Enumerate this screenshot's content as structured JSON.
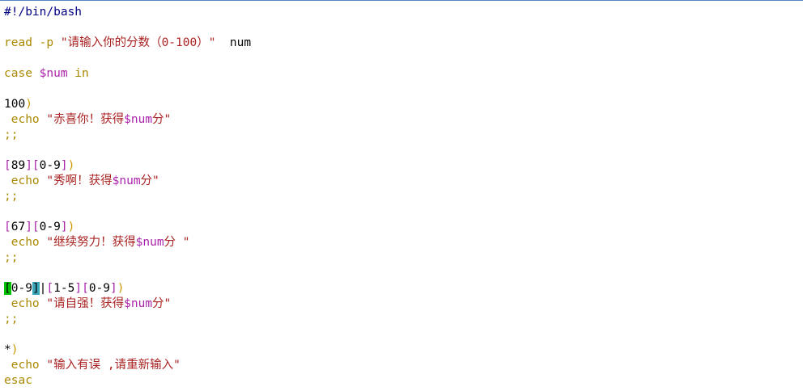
{
  "editor": {
    "lines": [
      {
        "parts": [
          {
            "t": "#!/bin/bash",
            "c": "shebang"
          }
        ]
      },
      {
        "parts": []
      },
      {
        "parts": [
          {
            "t": "read -p ",
            "c": "kw"
          },
          {
            "t": "\"请输入你的分数（0-100）\"",
            "c": "str"
          },
          {
            "t": "  num",
            "c": "plain"
          }
        ]
      },
      {
        "parts": []
      },
      {
        "parts": [
          {
            "t": "case ",
            "c": "kw"
          },
          {
            "t": "$num",
            "c": "var"
          },
          {
            "t": " in",
            "c": "kw"
          }
        ]
      },
      {
        "parts": []
      },
      {
        "parts": [
          {
            "t": "100",
            "c": "plain"
          },
          {
            "t": ")",
            "c": "paren"
          }
        ]
      },
      {
        "parts": [
          {
            "t": " echo ",
            "c": "kw"
          },
          {
            "t": "\"赤喜你！获得",
            "c": "str"
          },
          {
            "t": "$num",
            "c": "var"
          },
          {
            "t": "分\"",
            "c": "str"
          }
        ]
      },
      {
        "parts": [
          {
            "t": ";;",
            "c": "kw"
          }
        ]
      },
      {
        "parts": []
      },
      {
        "parts": [
          {
            "t": "[",
            "c": "bracket"
          },
          {
            "t": "89",
            "c": "plain"
          },
          {
            "t": "][",
            "c": "bracket"
          },
          {
            "t": "0-9",
            "c": "plain"
          },
          {
            "t": "]",
            "c": "bracket"
          },
          {
            "t": ")",
            "c": "paren"
          }
        ]
      },
      {
        "parts": [
          {
            "t": " echo ",
            "c": "kw"
          },
          {
            "t": "\"秀啊！获得",
            "c": "str"
          },
          {
            "t": "$num",
            "c": "var"
          },
          {
            "t": "分\"",
            "c": "str"
          }
        ]
      },
      {
        "parts": [
          {
            "t": ";;",
            "c": "kw"
          }
        ]
      },
      {
        "parts": []
      },
      {
        "parts": [
          {
            "t": "[",
            "c": "bracket"
          },
          {
            "t": "67",
            "c": "plain"
          },
          {
            "t": "][",
            "c": "bracket"
          },
          {
            "t": "0-9",
            "c": "plain"
          },
          {
            "t": "]",
            "c": "bracket"
          },
          {
            "t": ")",
            "c": "paren"
          }
        ]
      },
      {
        "parts": [
          {
            "t": " echo ",
            "c": "kw"
          },
          {
            "t": "\"继续努力！获得",
            "c": "str"
          },
          {
            "t": "$num",
            "c": "var"
          },
          {
            "t": "分 \"",
            "c": "str"
          }
        ]
      },
      {
        "parts": [
          {
            "t": ";;",
            "c": "kw"
          }
        ]
      },
      {
        "parts": []
      },
      {
        "parts": [
          {
            "t": "[",
            "c": "cursor"
          },
          {
            "t": "0-9",
            "c": "plain"
          },
          {
            "t": "]",
            "c": "match"
          },
          {
            "t": "|",
            "c": "plain"
          },
          {
            "t": "[",
            "c": "bracket"
          },
          {
            "t": "1-5",
            "c": "plain"
          },
          {
            "t": "][",
            "c": "bracket"
          },
          {
            "t": "0-9",
            "c": "plain"
          },
          {
            "t": "]",
            "c": "bracket"
          },
          {
            "t": ")",
            "c": "paren"
          }
        ]
      },
      {
        "parts": [
          {
            "t": " echo ",
            "c": "kw"
          },
          {
            "t": "\"请自强！获得",
            "c": "str"
          },
          {
            "t": "$num",
            "c": "var"
          },
          {
            "t": "分\"",
            "c": "str"
          }
        ]
      },
      {
        "parts": [
          {
            "t": ";;",
            "c": "kw"
          }
        ]
      },
      {
        "parts": []
      },
      {
        "parts": [
          {
            "t": "*",
            "c": "plain"
          },
          {
            "t": ")",
            "c": "paren"
          }
        ]
      },
      {
        "parts": [
          {
            "t": " echo ",
            "c": "kw"
          },
          {
            "t": "\"输入有误 ,请重新输入\"",
            "c": "str"
          }
        ]
      },
      {
        "parts": [
          {
            "t": "esac",
            "c": "kw"
          }
        ]
      }
    ]
  },
  "colors": {
    "shebang": "#000080",
    "keyword": "#aa8800",
    "variable": "#aa22aa",
    "string": "#aa2222",
    "cursor": "#00c000",
    "bracket_match": "#3aa6b9"
  }
}
